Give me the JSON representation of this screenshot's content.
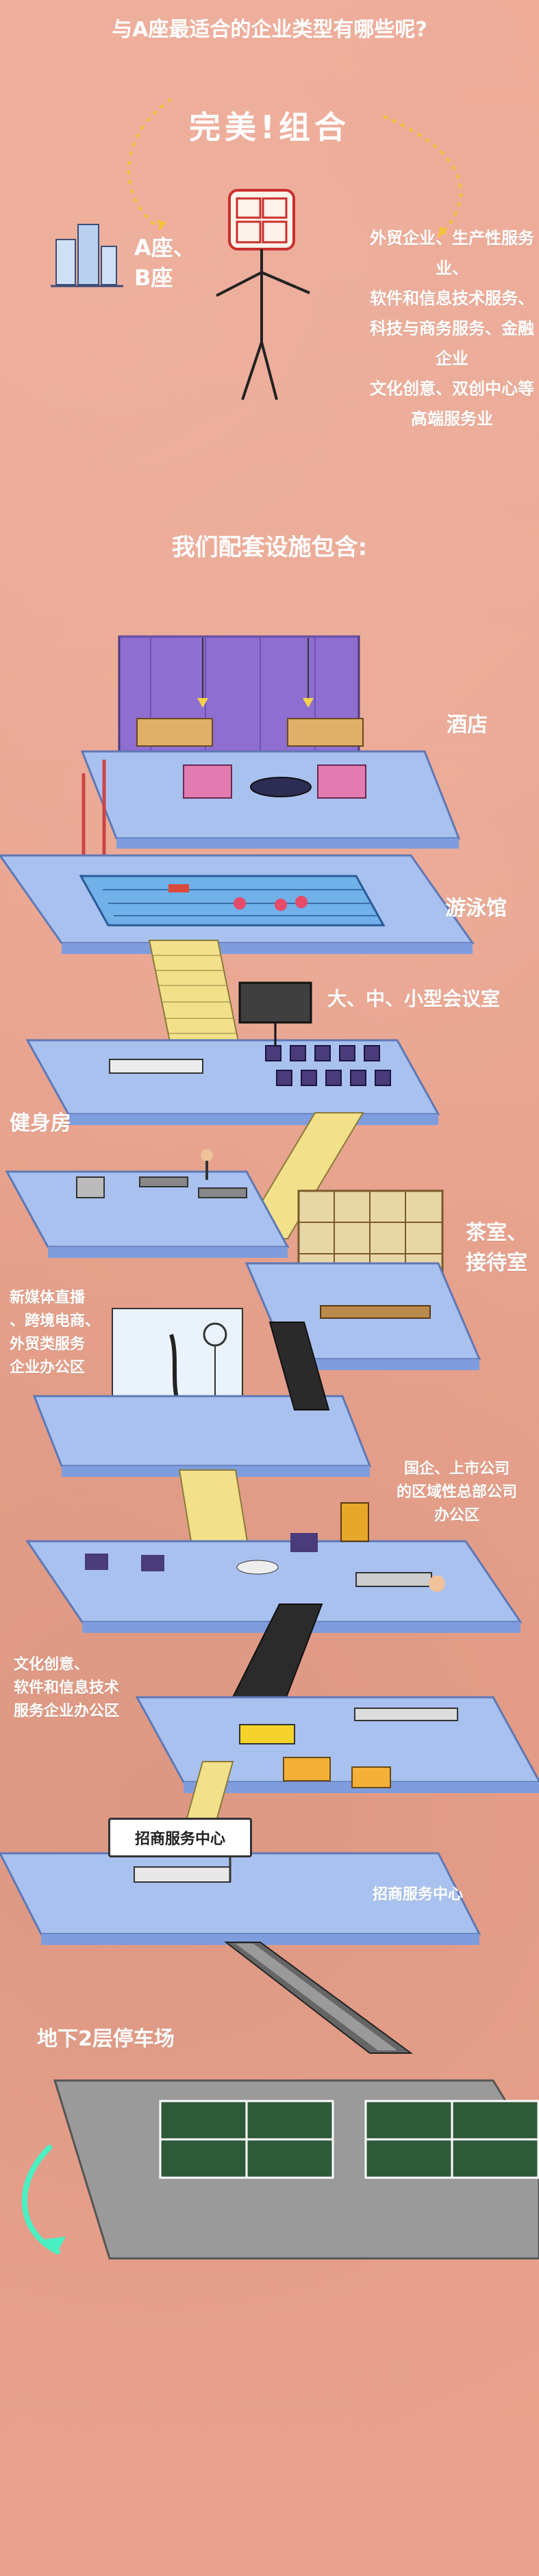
{
  "header": {
    "question": "与A座最适合的企业类型有哪些呢?"
  },
  "hero": {
    "title": "完美!组合",
    "ab_lines": [
      "A座、",
      "B座"
    ],
    "industries": [
      "外贸企业、生产性服务业、",
      "软件和信息技术服务、",
      "科技与商务服务、金融企业",
      "文化创意、双创中心等",
      "高端服务业"
    ]
  },
  "facilities": {
    "title": "我们配套设施包含:",
    "hotel": "酒店",
    "pool": "游泳馆",
    "meeting": "大、中、小型会议室",
    "gym": "健身房",
    "tea": [
      "茶室、",
      "接待室"
    ],
    "media": [
      "新媒体直播",
      "、跨境电商、",
      "外贸类服务",
      "企业办公区"
    ],
    "hq": [
      "国企、上市公司",
      "的区域性总部公司",
      "办公区"
    ],
    "culture": [
      "文化创意、",
      "软件和信息技术",
      "服务企业办公区"
    ],
    "service_plaque": "招商服务中心",
    "service_label": "招商服务中心",
    "parking": "地下2层停车场"
  },
  "colors": {
    "background": "#e9a38e",
    "floor_top": "#a9c1ef",
    "floor_edge": "#7f9ddc",
    "hotel_wall": "#8e6ed0",
    "stairs": "#f3e08a",
    "parking": "#9a9a9a"
  }
}
